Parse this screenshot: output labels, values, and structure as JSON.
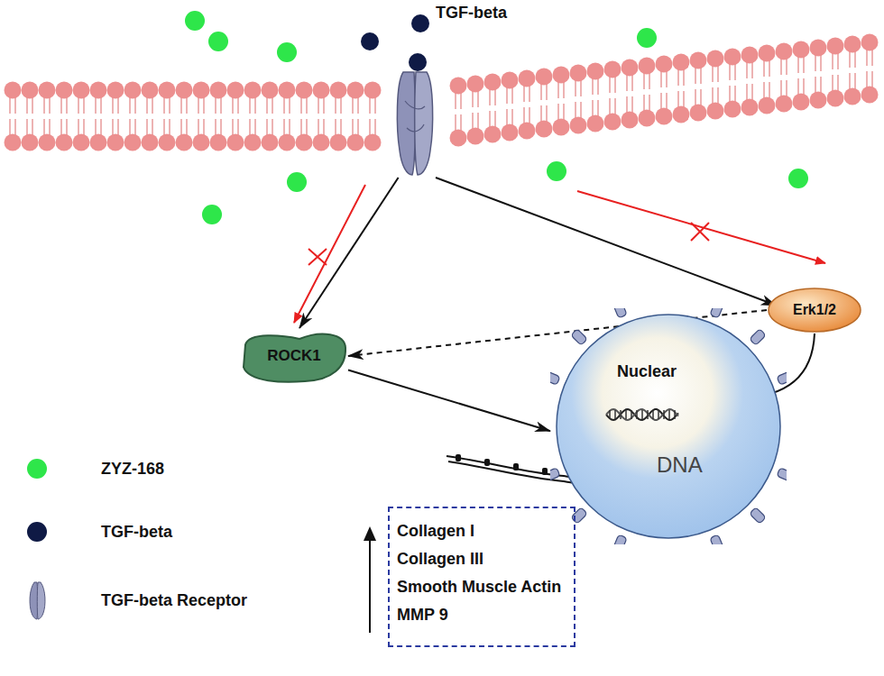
{
  "diagram": {
    "nodes": [
      {
        "text": [
          "TGF-beta"
        ]
      },
      {
        "text": [
          "ROCK1"
        ]
      },
      {
        "text": [
          "Erk1/2"
        ]
      },
      {
        "text": [
          "Nuclear",
          "DNA"
        ]
      },
      {
        "text": [
          "Collagen I",
          "Collagen III",
          "Smooth Muscle Actin",
          "MMP 9"
        ]
      }
    ],
    "edges": [
      {
        "from": 0,
        "to": 1,
        "arrow": "to"
      },
      {
        "from": 0,
        "to": 2,
        "arrow": "to"
      },
      {
        "from": 2,
        "to": 1,
        "arrow": "to"
      },
      {
        "from": 2,
        "to": 3,
        "arrow": "to"
      },
      {
        "from": 1,
        "to": 3,
        "arrow": "to"
      }
    ],
    "legend": [
      {
        "text": "ZYZ-168",
        "color": "#2ee64a"
      },
      {
        "text": "TGF-beta",
        "color": "#0f1a45"
      },
      {
        "text": "TGF-beta Receptor"
      }
    ]
  }
}
